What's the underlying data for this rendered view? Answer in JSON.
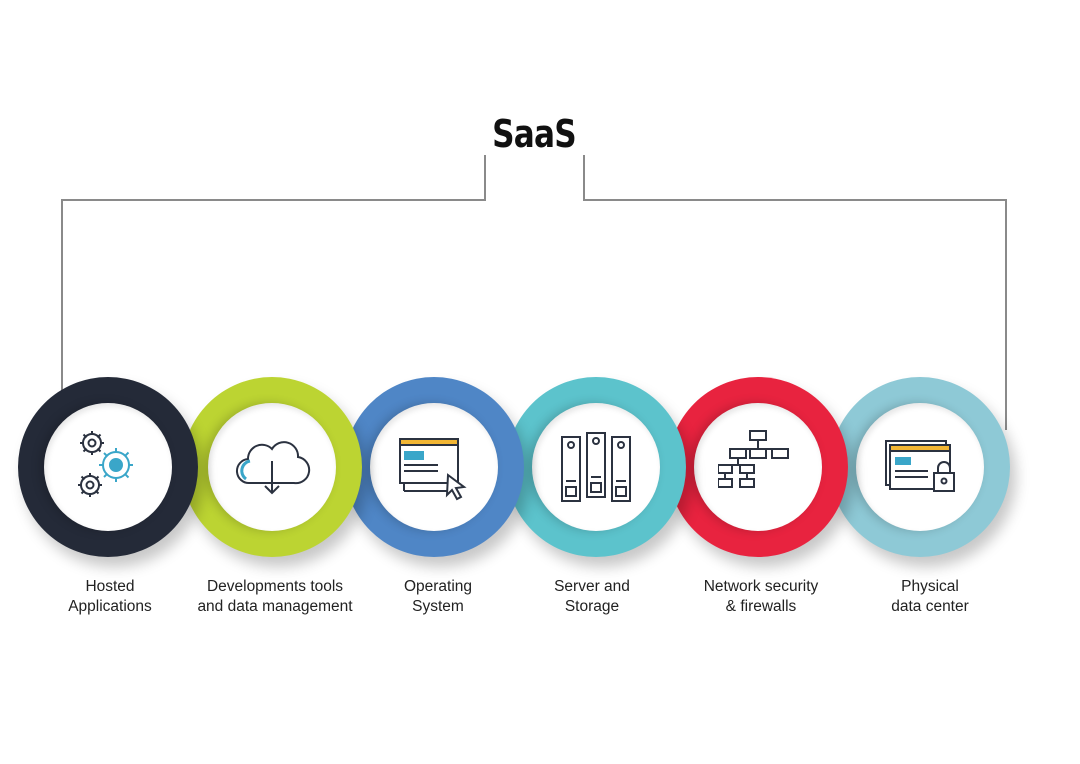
{
  "title": "SaaS",
  "colors": {
    "bracket": "#8a8a8a",
    "icon_line": "#2b3240",
    "icon_accent": "#3aa6c9",
    "icon_yellow": "#f2b634"
  },
  "layers": [
    {
      "line1": "Hosted",
      "line2": "Applications",
      "ring_color": "#242a38",
      "icon": "gears-icon"
    },
    {
      "line1": "Developments tools",
      "line2": "and data management",
      "ring_color": "#bcd432",
      "icon": "cloud-download-icon"
    },
    {
      "line1": "Operating",
      "line2": "System",
      "ring_color": "#4f86c6",
      "icon": "window-cursor-icon"
    },
    {
      "line1": "Server and",
      "line2": "Storage",
      "ring_color": "#5cc3cc",
      "icon": "server-racks-icon"
    },
    {
      "line1": "Network security",
      "line2": "& firewalls",
      "ring_color": "#e8233f",
      "icon": "network-hierarchy-icon"
    },
    {
      "line1": "Physical",
      "line2": "data center",
      "ring_color": "#8ec9d6",
      "icon": "secure-window-icon"
    }
  ]
}
